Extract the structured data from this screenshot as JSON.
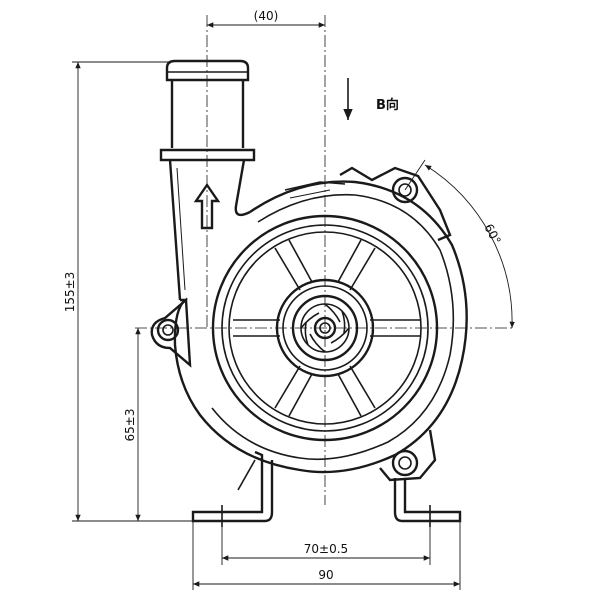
{
  "drawing": {
    "labels": {
      "top_offset": "(40)",
      "view_direction": "B向",
      "angle": "60°",
      "overall_height": "155±3",
      "mount_height": "65±3",
      "hole_spacing": "70±0.5",
      "overall_width": "90"
    },
    "colors": {
      "line": "#1a1a1a",
      "background": "#ffffff"
    }
  }
}
